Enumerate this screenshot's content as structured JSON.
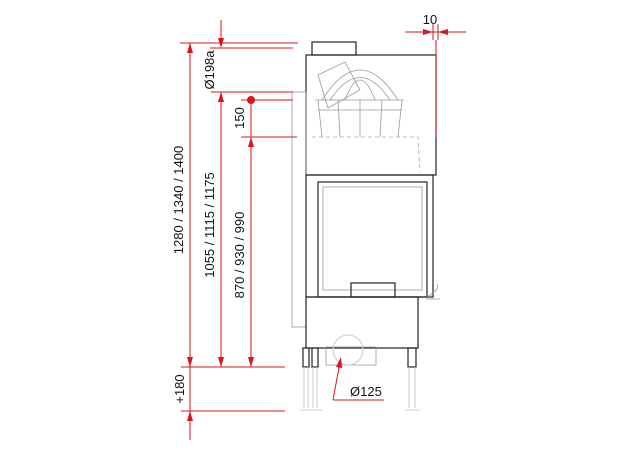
{
  "dimensions": {
    "total_height": "1280 / 1340 / 1400",
    "flue_height": "1055 / 1115 / 1175",
    "inlet_height": "870 / 930 / 990",
    "flue_diameter": "Ø198a",
    "offset": "150",
    "leg_extension": "+180",
    "side_offset": "10",
    "air_inlet_diameter": "Ø125"
  },
  "colors": {
    "dimension": "#d9141e",
    "outline": "#222222"
  }
}
